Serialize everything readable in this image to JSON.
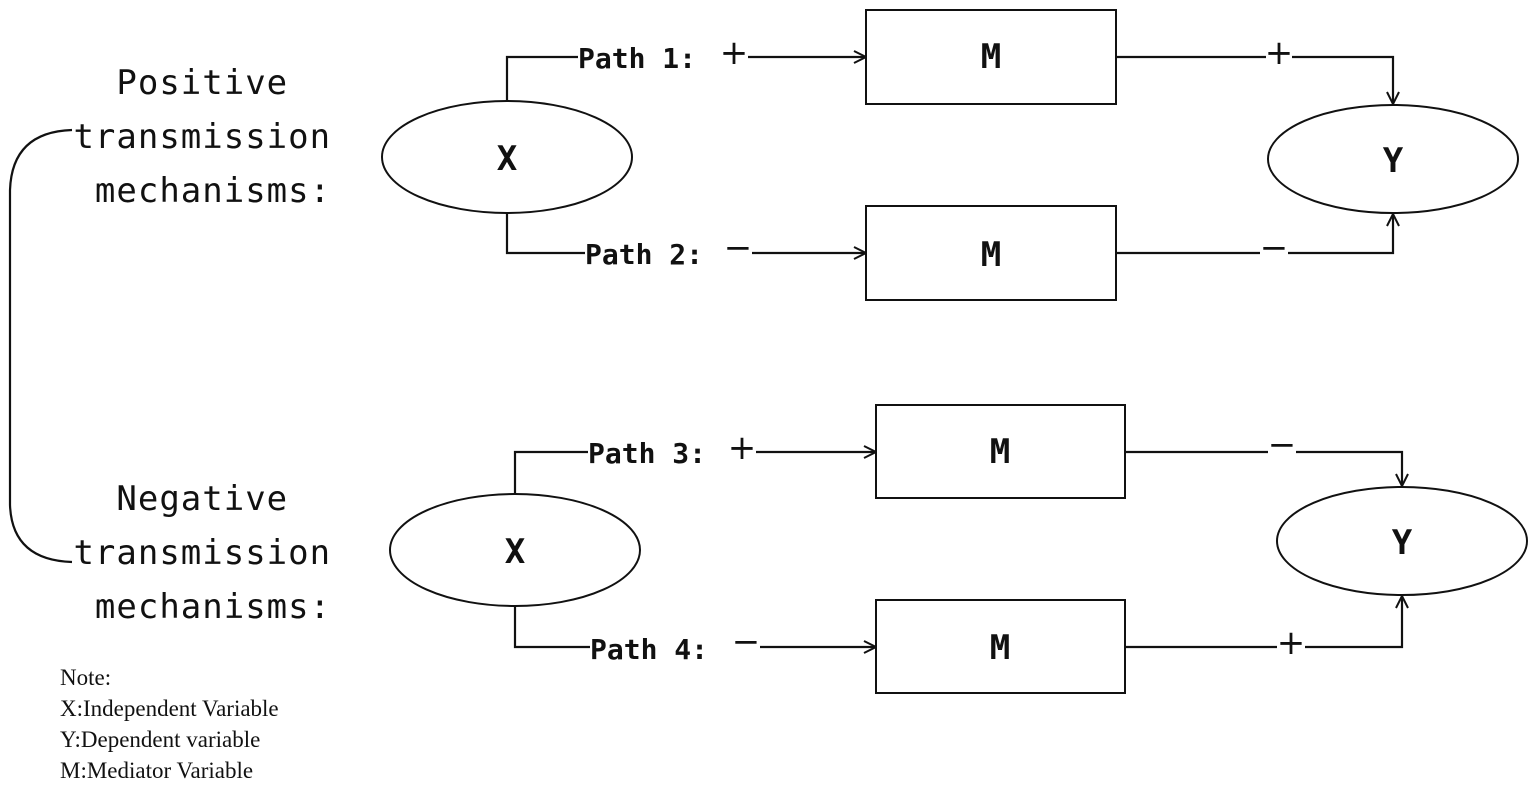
{
  "groups": {
    "positive": [
      "Positive",
      "transmission",
      "mechanisms:"
    ],
    "negative": [
      "Negative",
      "transmission",
      "mechanisms:"
    ]
  },
  "nodes": {
    "x": "X",
    "y": "Y",
    "m": "M"
  },
  "paths": [
    {
      "label": "Path 1:",
      "in_sign": "+",
      "out_sign": "+"
    },
    {
      "label": "Path 2:",
      "in_sign": "−",
      "out_sign": "−"
    },
    {
      "label": "Path 3:",
      "in_sign": "+",
      "out_sign": "−"
    },
    {
      "label": "Path 4:",
      "in_sign": "−",
      "out_sign": "+"
    }
  ],
  "note": {
    "title": "Note:",
    "lines": [
      "X:Independent Variable",
      "Y:Dependent variable",
      "M:Mediator Variable"
    ]
  }
}
